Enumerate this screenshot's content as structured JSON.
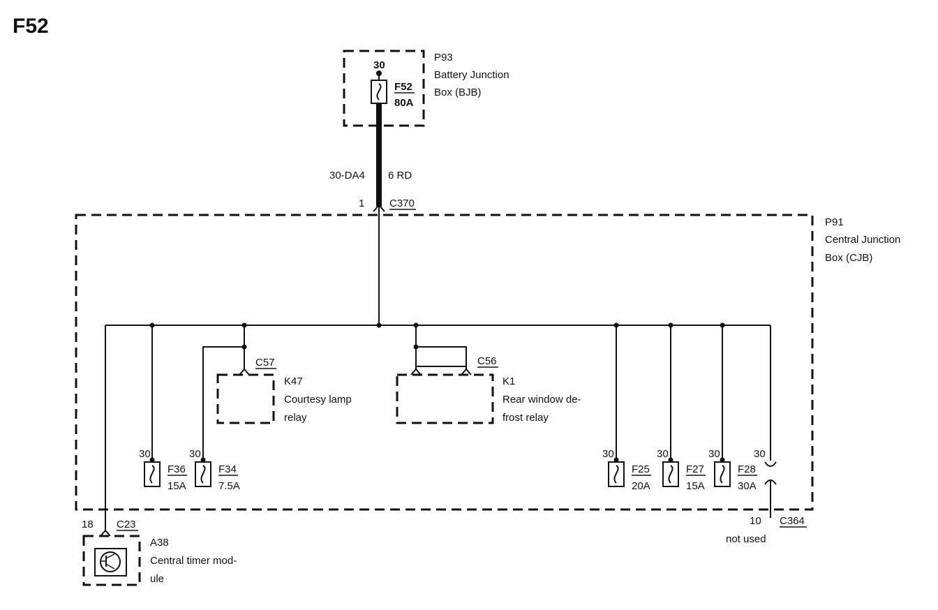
{
  "title": "F52",
  "bjb": {
    "id": "P93",
    "name_line1": "Battery Junction",
    "name_line2": "Box (BJB)",
    "pin": "30",
    "fuse_id": "F52",
    "fuse_rating": "80A"
  },
  "cable": {
    "circuit": "30-DA4",
    "gauge_color": "6 RD"
  },
  "c370": {
    "pin": "1",
    "connector": "C370"
  },
  "cjb": {
    "id": "P91",
    "name_line1": "Central Junction",
    "name_line2": "Box (CJB)"
  },
  "relays": {
    "k47": {
      "connector": "C57",
      "id": "K47",
      "name_line1": "Courtesy lamp",
      "name_line2": "relay"
    },
    "k1": {
      "connector": "C56",
      "id": "K1",
      "name_line1": "Rear window de-",
      "name_line2": "frost relay"
    }
  },
  "fuses": {
    "f36": {
      "pin": "30",
      "id": "F36",
      "rating": "15A"
    },
    "f34": {
      "pin": "30",
      "id": "F34",
      "rating": "7.5A"
    },
    "f25": {
      "pin": "30",
      "id": "F25",
      "rating": "20A"
    },
    "f27": {
      "pin": "30",
      "id": "F27",
      "rating": "15A"
    },
    "f28": {
      "pin": "30",
      "id": "F28",
      "rating": "30A"
    },
    "unused": {
      "pin": "30"
    }
  },
  "c364": {
    "pin": "10",
    "connector": "C364",
    "note": "not used"
  },
  "module": {
    "pin": "18",
    "connector": "C23",
    "id": "A38",
    "name_line1": "Central timer mod-",
    "name_line2": "ule"
  }
}
